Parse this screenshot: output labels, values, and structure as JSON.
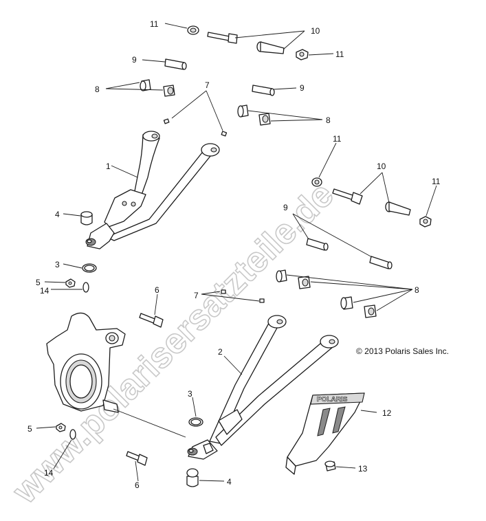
{
  "watermark": "www.polarisersatzteile.de",
  "copyright": "© 2013 Polaris Sales Inc.",
  "brand_logo_text": "POLARIS",
  "callouts": {
    "c11a": "11",
    "c10a": "10",
    "c11b": "11",
    "c9a": "9",
    "c8a": "8",
    "c7a": "7",
    "c9b": "9",
    "c8b": "8",
    "c1": "1",
    "c4a": "4",
    "c11c": "11",
    "c10b": "10",
    "c11d": "11",
    "c9c": "9",
    "c3a": "3",
    "c5a": "5",
    "c14a": "14",
    "c6a": "6",
    "c7b": "7",
    "c8c": "8",
    "c2": "2",
    "c3b": "3",
    "c12": "12",
    "c5b": "5",
    "c14b": "14",
    "c6b": "6",
    "c4b": "4",
    "c13": "13"
  }
}
